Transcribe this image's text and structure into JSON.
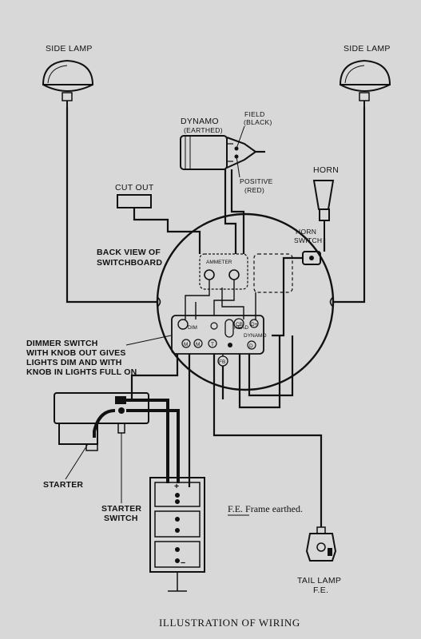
{
  "labels": {
    "side_lamp_left": "SIDE LAMP",
    "side_lamp_right": "SIDE LAMP",
    "dynamo": "DYNAMO",
    "dynamo_earthed": "(EARTHED)",
    "field": "FIELD",
    "field_black": "(BLACK)",
    "positive": "POSITIVE",
    "positive_red": "(RED)",
    "cut_out": "CUT OUT",
    "horn": "HORN",
    "horn_switch_1": "HORN",
    "horn_switch_2": "SWITCH",
    "back_view_1": "BACK VIEW OF",
    "back_view_2": "SWITCHBOARD",
    "ammeter": "AMMETER",
    "dimmer_1": "DIMMER SWITCH",
    "dimmer_2": "WITH KNOB OUT GIVES",
    "dimmer_3": "LIGHTS DIM AND WITH",
    "dimmer_4": "KNOB IN LIGHTS FULL ON",
    "starter": "STARTER",
    "starter_switch_1": "STARTER",
    "starter_switch_2": "SWITCH",
    "frame_earthed": "F.E. Frame earthed.",
    "tail_lamp_1": "TAIL LAMP",
    "tail_lamp_2": "F.E.",
    "caption": "ILLUSTRATION OF WIRING",
    "terminal_dim": "DIM",
    "terminal_head": "HEAD",
    "terminal_dynamo": "DYNAMO",
    "terminal_m1": "M",
    "terminal_m2": "M",
    "terminal_t": "T",
    "terminal_fb": "FB",
    "terminal_cb": "CB",
    "terminal_d": "D",
    "terminal_d_plus": "D+",
    "battery_plus": "+",
    "battery_minus": "−"
  }
}
